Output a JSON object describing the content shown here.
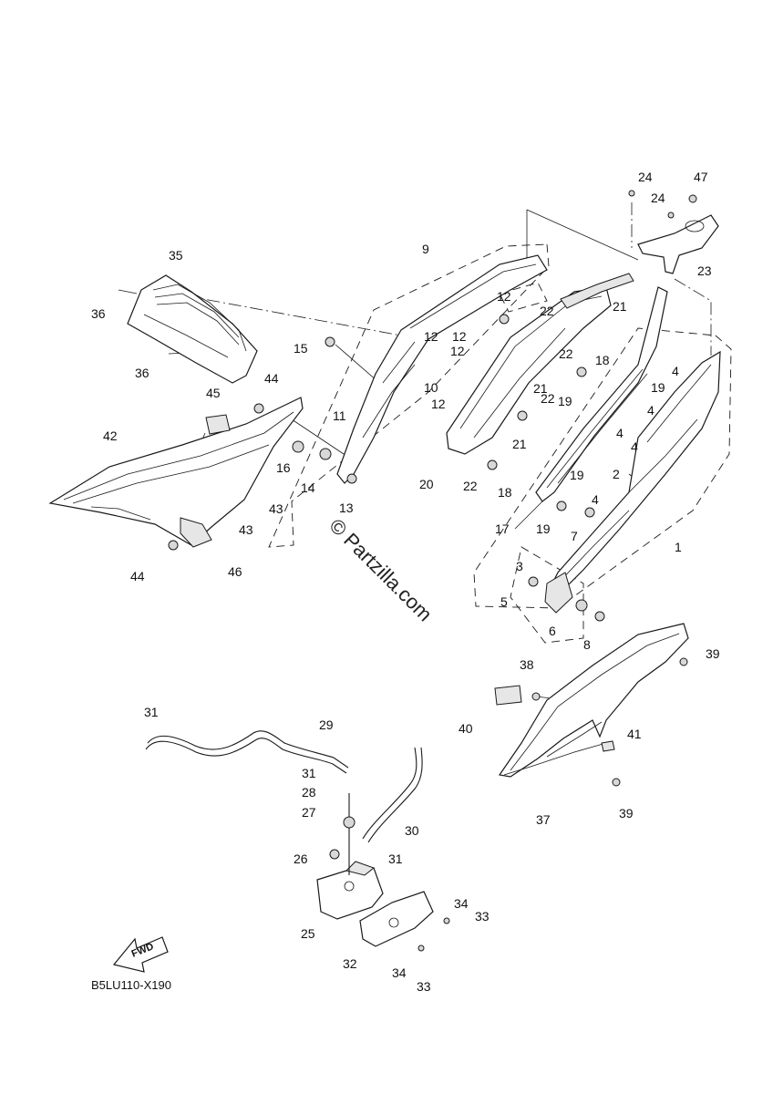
{
  "diagram": {
    "code": "B5LU110-X190",
    "watermark": "© Partzilla.com",
    "fwd_label": "FWD",
    "callouts": [
      "1",
      "2",
      "3",
      "4",
      "5",
      "6",
      "7",
      "8",
      "9",
      "10",
      "11",
      "12",
      "13",
      "14",
      "15",
      "16",
      "17",
      "18",
      "19",
      "20",
      "21",
      "22",
      "23",
      "24",
      "25",
      "26",
      "27",
      "28",
      "29",
      "30",
      "31",
      "32",
      "33",
      "34",
      "35",
      "36",
      "37",
      "38",
      "39",
      "40",
      "41",
      "42",
      "43",
      "44",
      "45",
      "46",
      "47"
    ]
  }
}
